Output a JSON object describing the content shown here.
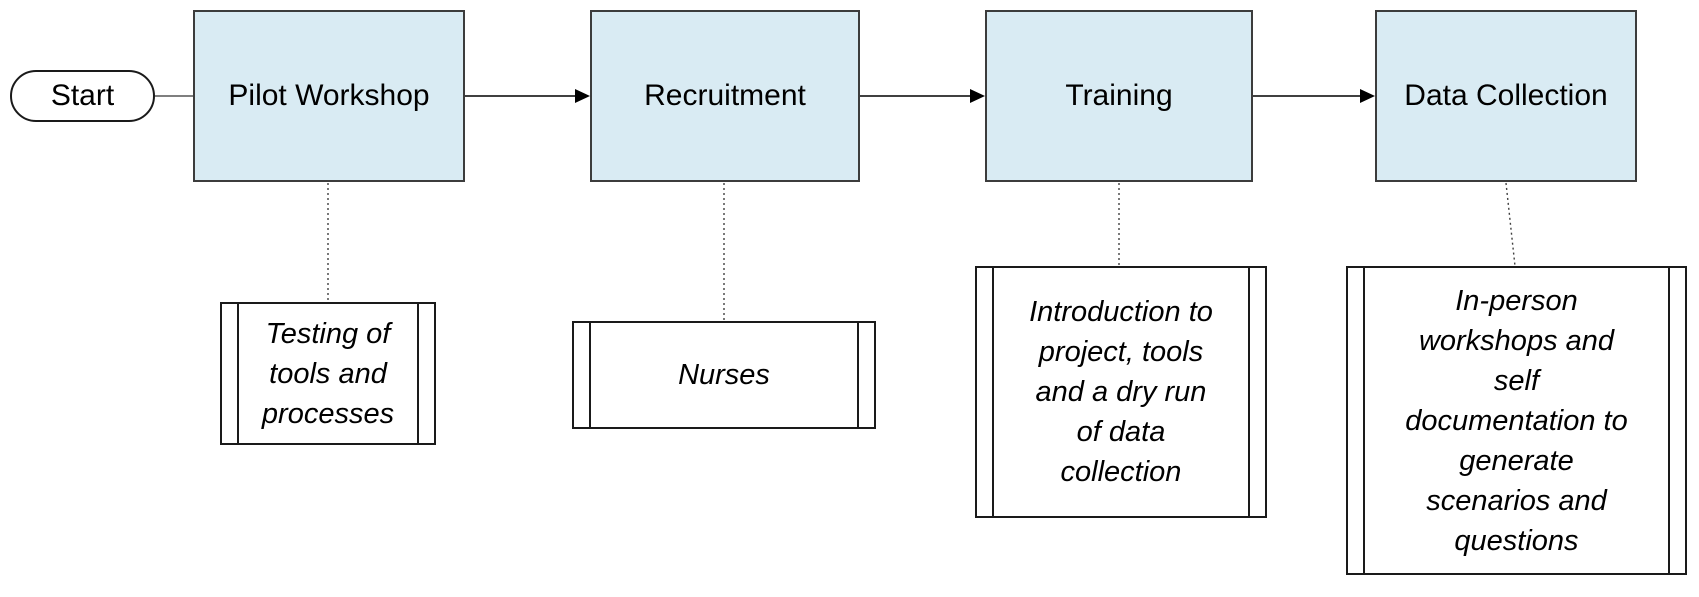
{
  "diagram": {
    "title_semantic": "study-process-flowchart",
    "start": {
      "label": "Start"
    },
    "stages": [
      {
        "label": "Pilot Workshop",
        "note": "Testing of\ntools and\nprocesses"
      },
      {
        "label": "Recruitment",
        "note": "Nurses"
      },
      {
        "label": "Training",
        "note": "Introduction to\nproject, tools\nand a dry run\nof data\ncollection"
      },
      {
        "label": "Data Collection",
        "note": "In-person\nworkshops and\nself\ndocumentation to\ngenerate\nscenarios and\nquestions"
      }
    ],
    "colors": {
      "stage_fill": "#d9ebf3",
      "stage_border": "#3c3c3c",
      "note_border": "#1a1a1a",
      "connector": "#404040",
      "start_line": "#7f7f7f",
      "arrowhead": "#000000"
    }
  }
}
